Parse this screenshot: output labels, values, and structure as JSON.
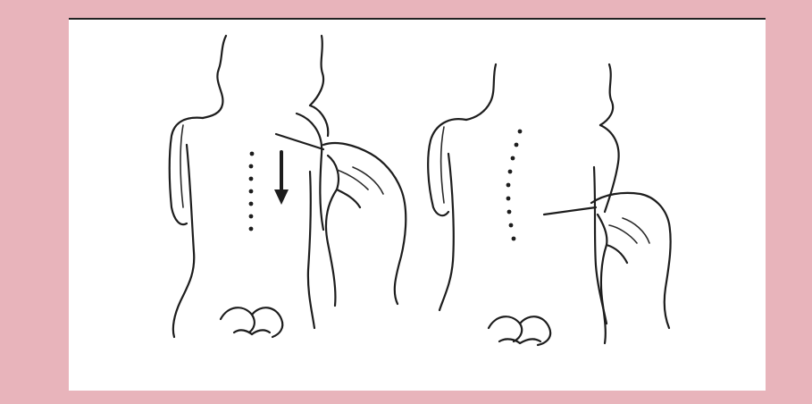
{
  "colors": {
    "frame": "#e8b4bb",
    "panel": "#ffffff",
    "ink": "#1d1d1d"
  },
  "figures": [
    {
      "name": "infant-back-left",
      "shows": "stroke-along-spine-arrow"
    },
    {
      "name": "infant-back-right",
      "shows": "stroke-across-back"
    }
  ]
}
